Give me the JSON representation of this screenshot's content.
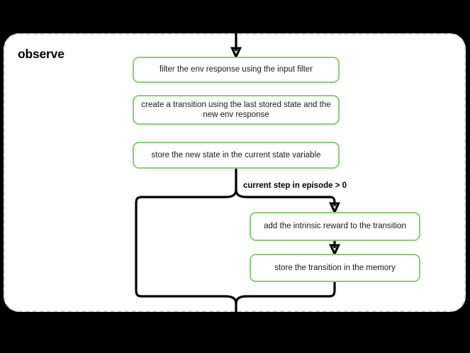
{
  "diagram": {
    "title": "observe",
    "background_color": "#000000",
    "container_fill": "#ffffff",
    "container_border_color": "#d9d9d9",
    "node_border_color": "#8cce74",
    "edge_color": "#000000",
    "nodes": [
      {
        "id": "filter",
        "label": "filter the env response using the input filter"
      },
      {
        "id": "create",
        "label": "create a transition using the last stored state and the new env response"
      },
      {
        "id": "store_state",
        "label": "store the new state in the current state variable"
      },
      {
        "id": "add_reward",
        "label": "add the intrinsic reward to the transition"
      },
      {
        "id": "store_trans",
        "label": "store the transition in the memory"
      }
    ],
    "edge_labels": [
      {
        "id": "condition",
        "label": "current step in episode > 0"
      }
    ]
  }
}
